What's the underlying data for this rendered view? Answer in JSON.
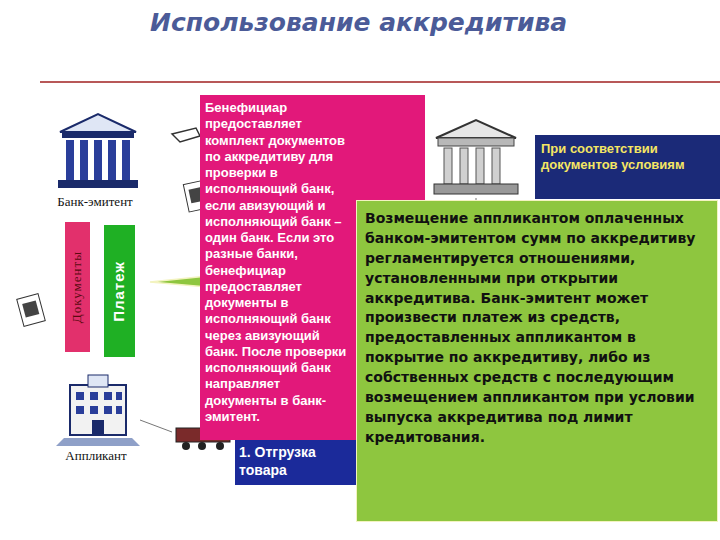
{
  "diagram": {
    "title": "Использование аккредитива",
    "nodes": [
      {
        "text": [
          "Банк-эмитент"
        ]
      },
      {
        "text": [
          "Бенефициар предоставляет комплект документов по аккредитиву для проверки в исполняющий банк, если авизующий и исполняющий банк – один банк. Если это разные банки, бенефициар предоставляет документы в исполняющий банк через авизующий банк. После проверки исполняющий банк направляет документы в банк-эмитент."
        ]
      },
      {
        "text": [
          "При соответствии документов условиям"
        ]
      },
      {
        "text": [
          "Документы"
        ]
      },
      {
        "text": [
          "Платеж"
        ]
      },
      {
        "text": [
          "Возмещение аппликантом оплаченных банком-эмитентом сумм по аккредитиву регламентируется отношениями, установленными при открытии аккредитива. Банк-эмитент может произвести платеж из средств, предоставленных аппликантом в покрытие по аккредитиву, либо из собственных средств с последующим возмещением аппликантом при условии выпуска аккредитива под лимит кредитования."
        ]
      },
      {
        "text": [
          "Аппликант"
        ]
      },
      {
        "text": [
          "1. Отгрузка товара"
        ]
      }
    ]
  }
}
